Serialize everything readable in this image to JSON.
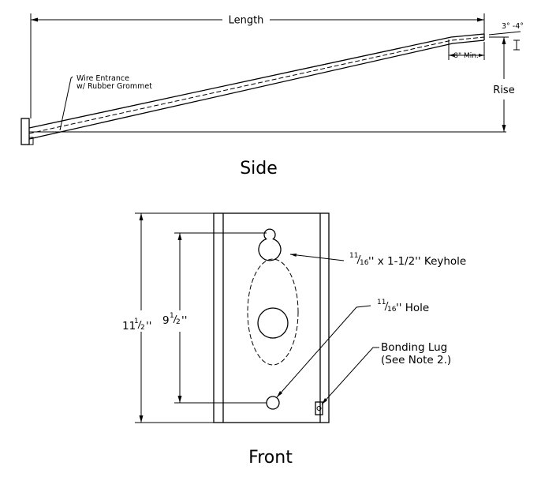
{
  "side_view": {
    "title": "Side",
    "length_label": "Length",
    "angle_label": "3° -4°",
    "min_label": "8\" Min.",
    "rise_label": "Rise",
    "wire_entrance_line1": "Wire Entrance",
    "wire_entrance_line2": "w/ Rubber Grommet"
  },
  "front_view": {
    "title": "Front",
    "overall_height": {
      "whole": "11",
      "num": "1",
      "den": "2",
      "unit": "''"
    },
    "hole_spacing": {
      "whole": "9",
      "num": "1",
      "den": "2",
      "unit": "''"
    },
    "keyhole_label": {
      "num": "11",
      "den": "16",
      "rest": "'' x 1-1/2'' Keyhole"
    },
    "hole_label": {
      "num": "11",
      "den": "16",
      "rest": "'' Hole"
    },
    "bonding_lug_line1": "Bonding Lug",
    "bonding_lug_line2": "(See Note 2.)"
  }
}
